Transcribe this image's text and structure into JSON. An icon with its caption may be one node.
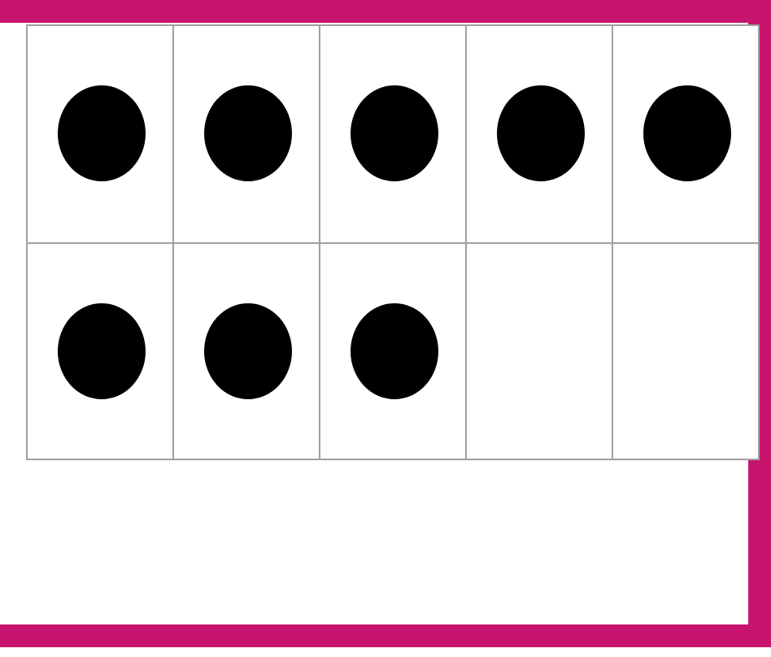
{
  "diagram": {
    "nodes": [
      {
        "text": [],
        "shape": "box"
      },
      {
        "text": [],
        "shape": "circle",
        "in": 0
      },
      {
        "text": [],
        "shape": "box"
      },
      {
        "text": [],
        "shape": "circle",
        "in": 2
      },
      {
        "text": [],
        "shape": "box"
      },
      {
        "text": [],
        "shape": "circle",
        "in": 4
      },
      {
        "text": [],
        "shape": "box"
      },
      {
        "text": [],
        "shape": "circle",
        "in": 6
      },
      {
        "text": [],
        "shape": "box"
      },
      {
        "text": [],
        "shape": "circle",
        "in": 8
      },
      {
        "text": [],
        "shape": "box"
      },
      {
        "text": [],
        "shape": "circle",
        "in": 10
      },
      {
        "text": [],
        "shape": "box"
      },
      {
        "text": [],
        "shape": "circle",
        "in": 12
      },
      {
        "text": [],
        "shape": "box"
      },
      {
        "text": [],
        "shape": "circle",
        "in": 14
      },
      {
        "text": [],
        "shape": "box"
      },
      {
        "text": [],
        "shape": "box"
      }
    ]
  }
}
